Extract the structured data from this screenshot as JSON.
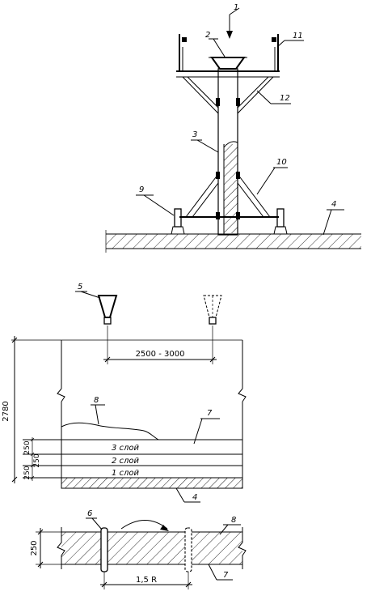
{
  "top_view": {
    "labels": {
      "l1": "1",
      "l2": "2",
      "l3": "3",
      "l4": "4",
      "l9": "9",
      "l10": "10",
      "l11": "11",
      "l12": "12"
    }
  },
  "middle_view": {
    "labels": {
      "l4": "4",
      "l5": "5",
      "l7": "7",
      "l8": "8"
    },
    "dim_spacing": "2500 - 3000",
    "dim_height": "2780",
    "layer_thickness": "250",
    "layers": [
      "3 слой",
      "2 слой",
      "1 слой"
    ]
  },
  "bottom_view": {
    "labels": {
      "l6": "6",
      "l7": "7",
      "l8": "8"
    },
    "dim_thickness": "250",
    "dim_step": "1,5 R"
  }
}
